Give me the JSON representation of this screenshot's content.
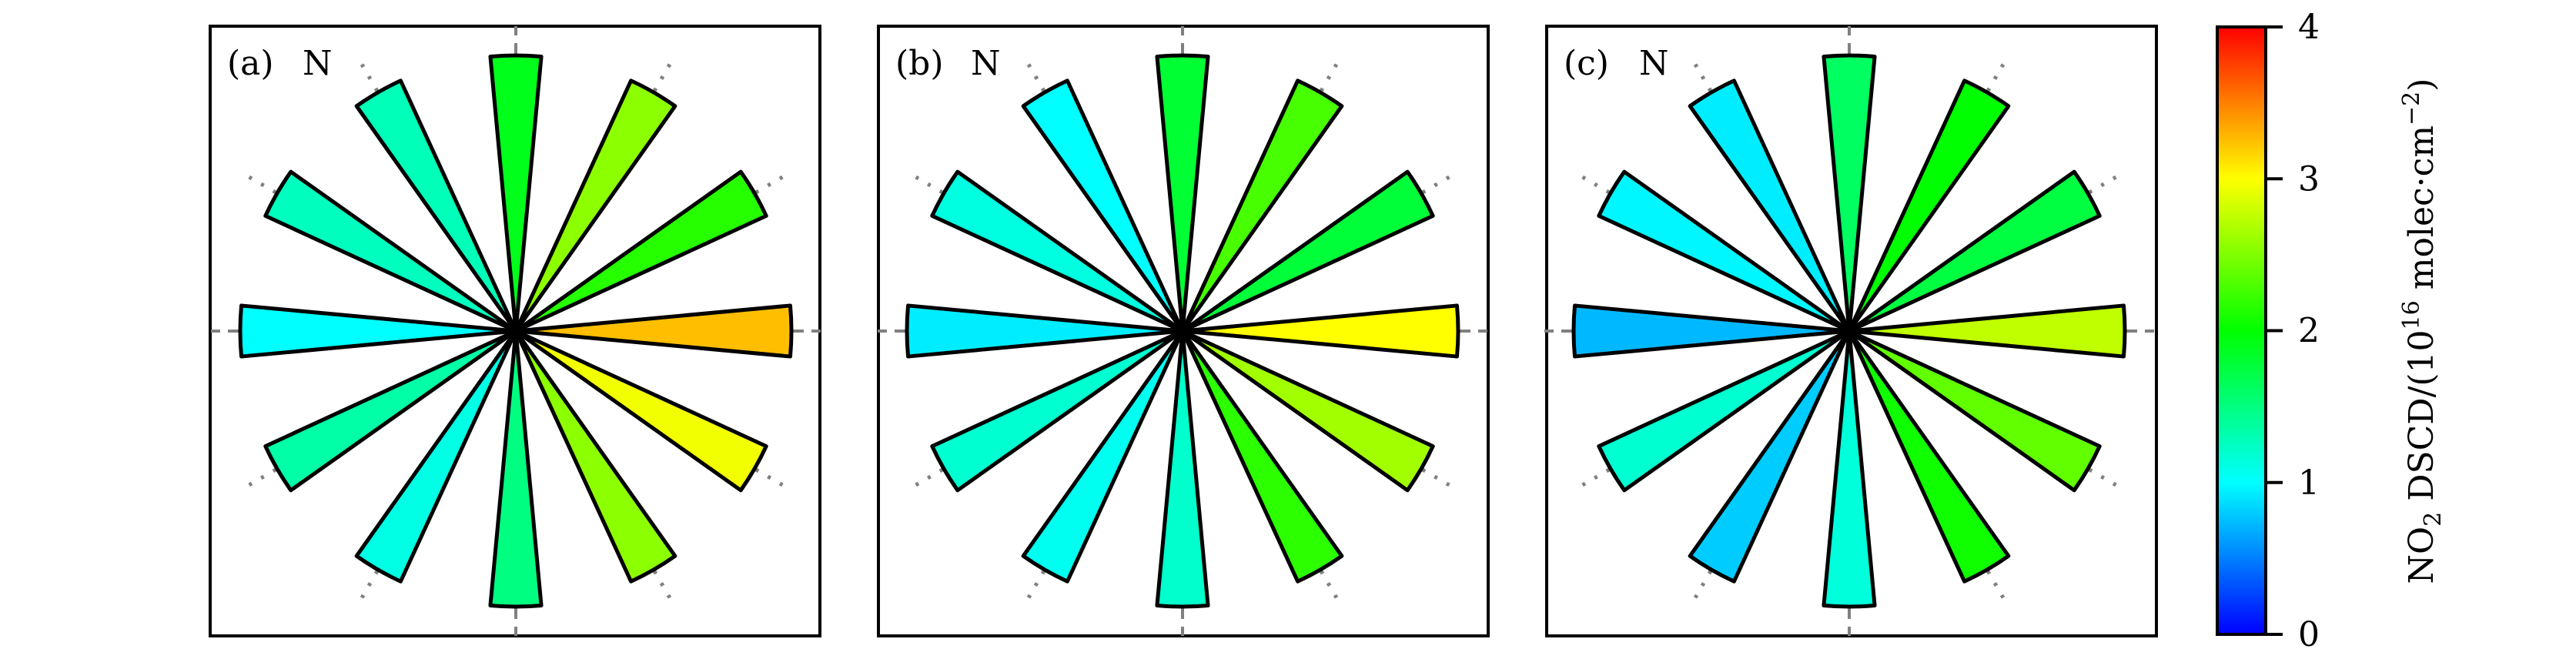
{
  "chart_data": {
    "type": "polar-wedge",
    "direction_degrees": [
      0,
      30,
      60,
      90,
      120,
      150,
      180,
      210,
      240,
      270,
      300,
      330
    ],
    "north_label": "N",
    "panels": [
      {
        "label": "(a)",
        "values": [
          1.9,
          2.55,
          2.15,
          3.25,
          2.95,
          2.55,
          1.5,
          1.1,
          1.35,
          1.0,
          1.25,
          1.28
        ]
      },
      {
        "label": "(b)",
        "values": [
          1.8,
          2.28,
          1.78,
          3.0,
          2.63,
          2.17,
          1.2,
          1.06,
          1.18,
          0.93,
          1.12,
          1.0
        ]
      },
      {
        "label": "(c)",
        "values": [
          1.62,
          2.0,
          1.75,
          2.75,
          2.38,
          2.06,
          1.14,
          0.8,
          1.18,
          0.72,
          0.97,
          0.93
        ]
      }
    ],
    "colorbar": {
      "label_main": "NO",
      "label_sub": "2",
      "label_mid": " DSCD/(10",
      "label_sup": "16",
      "label_end": " molec·cm",
      "label_sup2": "−2",
      "label_close": ")",
      "range": [
        0,
        4
      ],
      "ticks": [
        "0",
        "1",
        "2",
        "3",
        "4"
      ],
      "colors": [
        "#0000ff",
        "#00ffff",
        "#00ff00",
        "#ffff00",
        "#ff0000"
      ]
    }
  }
}
